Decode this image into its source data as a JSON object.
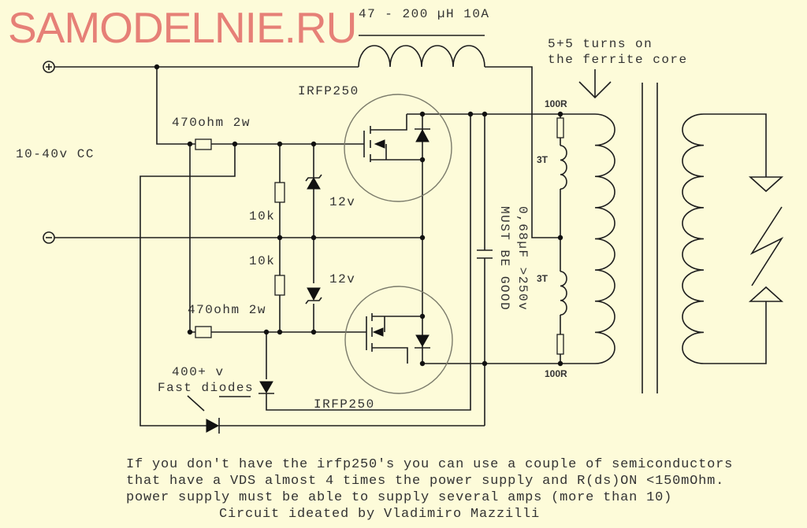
{
  "labels": {
    "inductor": "47 - 200 µH 10A",
    "turns_line1": "5+5 turns on",
    "turns_line2": "the ferrite core",
    "supply": "10-40v CC",
    "mosfet_top": "IRFP250",
    "mosfet_bottom": "IRFP250",
    "resistor_top": "470ohm 2w",
    "resistor_bottom": "470ohm 2w",
    "r10k_top": "10k",
    "r10k_bottom": "10k",
    "zener_top": "12v",
    "zener_bottom": "12v",
    "r100_top": "100R",
    "r100_bottom": "100R",
    "coil_top": "3T",
    "coil_bottom": "3T",
    "cap_line1": "0,68µF >250v",
    "cap_line2": "MUST BE GOOD",
    "diodes_line1": "400+ v",
    "diodes_line2": "Fast diodes",
    "plus": "+",
    "minus": "−"
  },
  "notes": [
    "If you don't have the irfp250's you can use a couple of semiconductors",
    "that have a VDS almost 4 times the power supply and R(ds)ON <150mOhm.",
    "power supply must be able to supply several amps (more than 10)",
    "Circuit ideated by Vladimiro Mazzilli"
  ],
  "watermark": "SAMODELNIE.RU"
}
